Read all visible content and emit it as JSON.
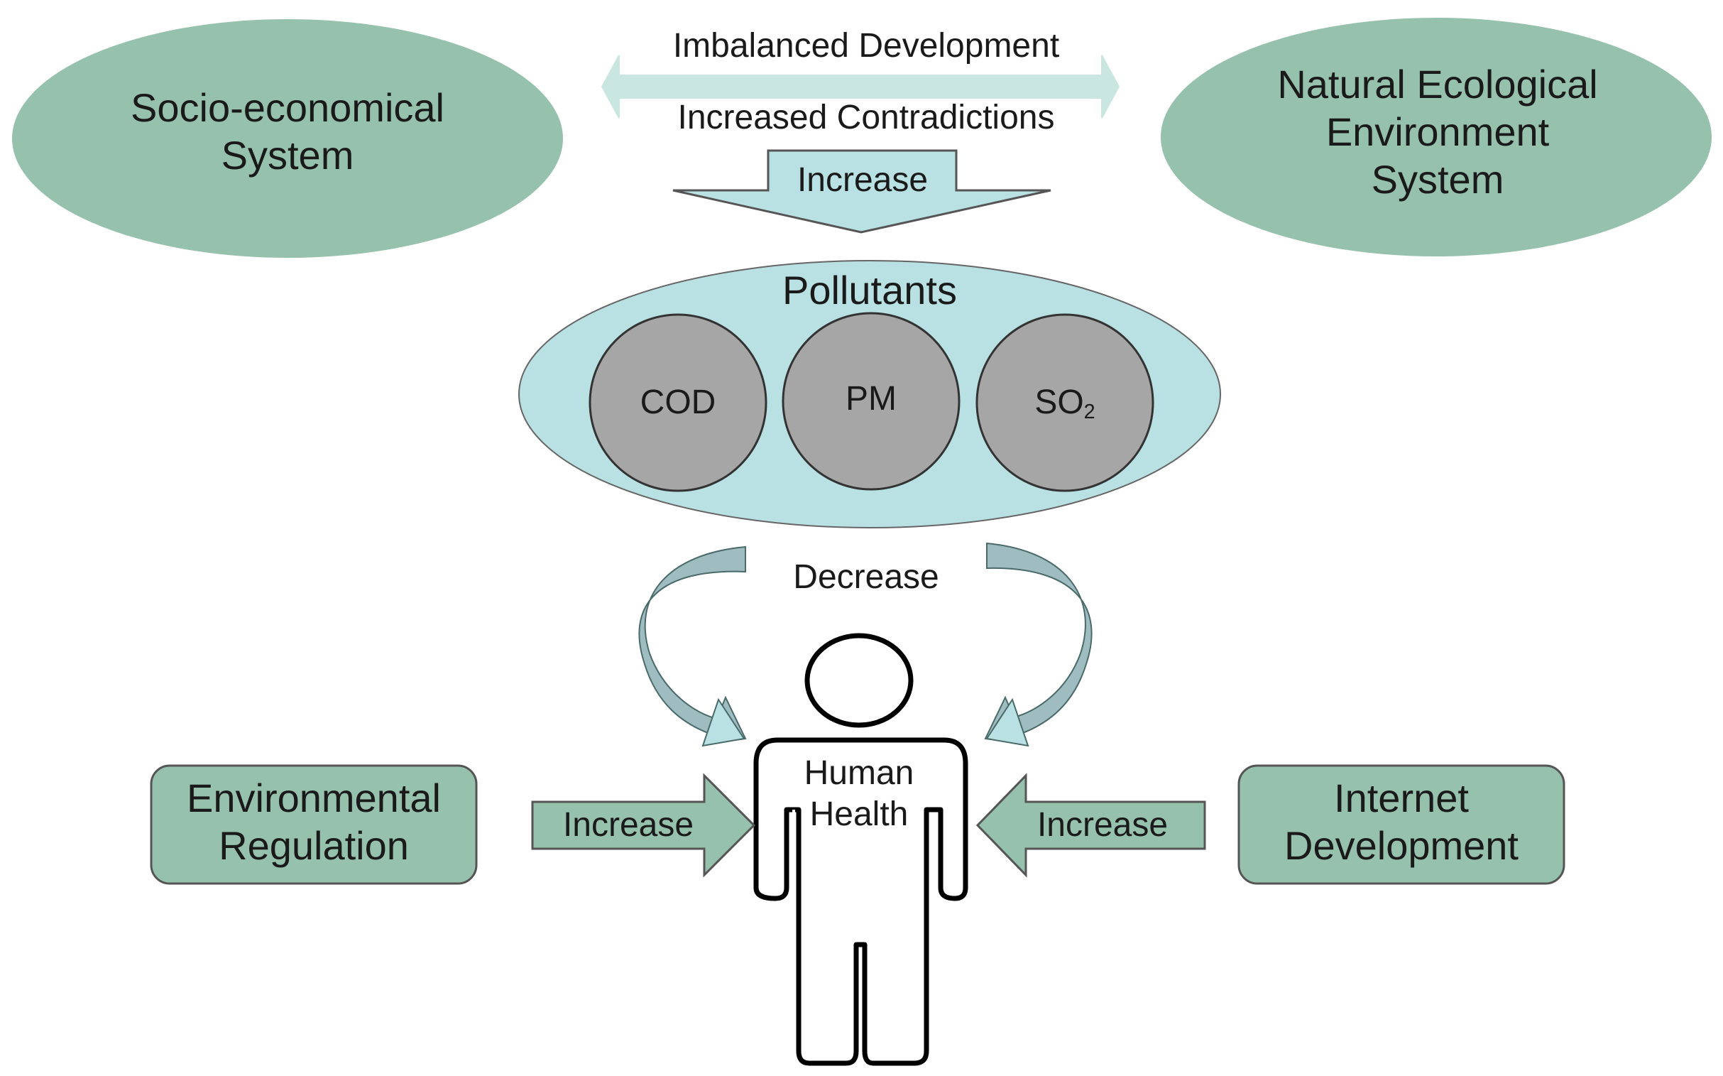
{
  "nodes": {
    "socio": {
      "line1": "Socio-economical",
      "line2": "System"
    },
    "natural": {
      "line1": "Natural Ecological",
      "line2": "Environment",
      "line3": "System"
    },
    "pollutants": {
      "title": "Pollutants",
      "items": [
        "COD",
        "PM",
        "SO"
      ],
      "so2_subscript": "2"
    },
    "human": {
      "line1": "Human",
      "line2": "Health"
    },
    "regulation": {
      "line1": "Environmental",
      "line2": "Regulation"
    },
    "internet": {
      "line1": "Internet",
      "line2": "Development"
    }
  },
  "edges": {
    "top_arrow_upper": "Imbalanced Development",
    "top_arrow_lower": "Increased Contradictions",
    "down_arrow": "Increase",
    "curved_arrows": "Decrease",
    "left_arrow": "Increase",
    "right_arrow": "Increase"
  },
  "colors": {
    "green_fill": "#96c2ad",
    "green_stroke": "#7aa592",
    "light_blue": "#b9e0e2",
    "grey_circle": "#a6a6a6",
    "arrow_curved": "#9fbcc0"
  }
}
